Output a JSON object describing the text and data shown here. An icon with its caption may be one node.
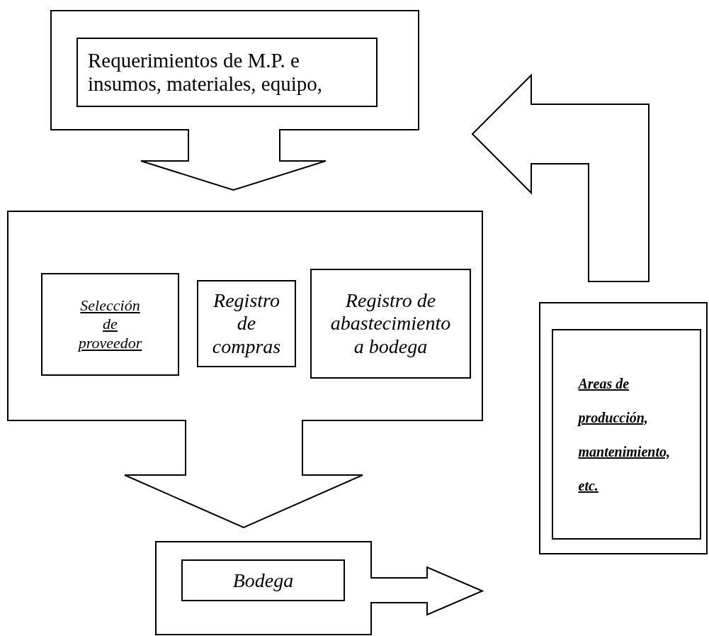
{
  "diagram": {
    "nodes": [
      {
        "text": [],
        "shape": "box"
      },
      {
        "text": [
          "Requerimientos de M.P. e insumos, materiales, equipo,"
        ],
        "in": 0
      },
      {
        "text": [],
        "shape": "box"
      },
      {
        "text": [
          "Selección de proveedor"
        ],
        "in": 2
      },
      {
        "text": [
          "Registro de compras"
        ],
        "in": 2
      },
      {
        "text": [
          "Registro de abastecimiento a bodega"
        ],
        "in": 2
      },
      {
        "text": [],
        "shape": "box"
      },
      {
        "text": [
          "Bodega"
        ],
        "in": 6
      },
      {
        "text": [],
        "shape": "box"
      },
      {
        "text": [
          "Areas de producción, mantenimiento, etc."
        ],
        "in": 8
      }
    ],
    "edges": [
      {
        "from": 0,
        "to": 2,
        "arrow": "to"
      },
      {
        "from": 2,
        "to": 6,
        "arrow": "to"
      },
      {
        "from": 6,
        "to": 8,
        "arrow": "to"
      },
      {
        "from": 8,
        "to": 0,
        "arrow": "to"
      }
    ]
  }
}
